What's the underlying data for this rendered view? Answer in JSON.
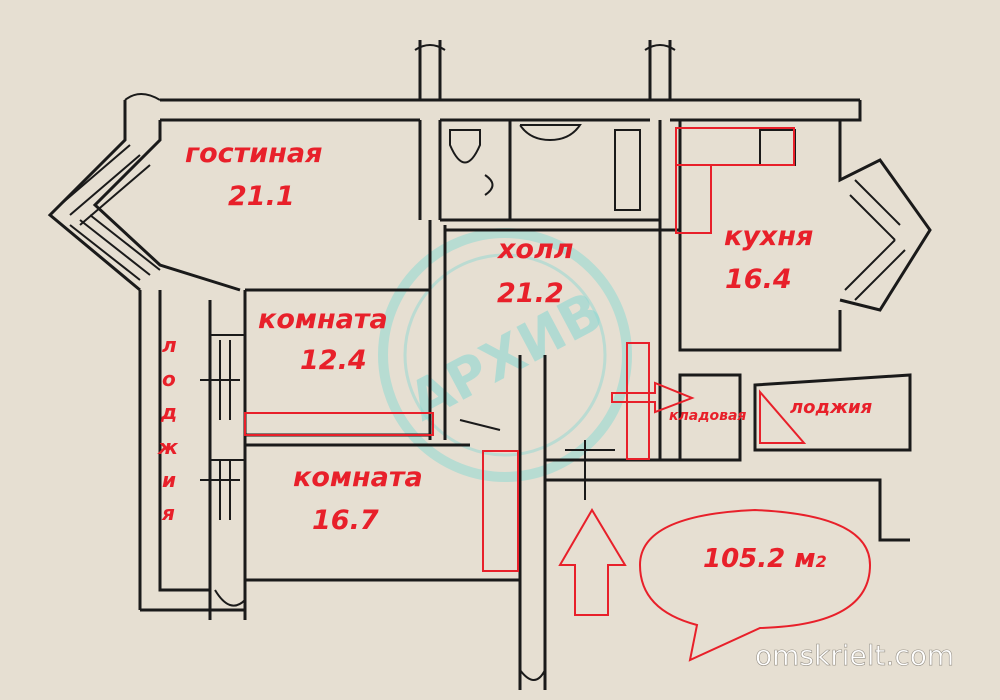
{
  "rooms": {
    "living": {
      "name": "гостиная",
      "area": "21.1"
    },
    "hall": {
      "name": "холл",
      "area": "21.2"
    },
    "kitchen": {
      "name": "кухня",
      "area": "16.4"
    },
    "room1": {
      "name": "комната",
      "area": "12.4"
    },
    "room2": {
      "name": "комната",
      "area": "16.7"
    },
    "loggia_left": {
      "letters": [
        "л",
        "о",
        "д",
        "ж",
        "и",
        "я"
      ]
    },
    "pantry": {
      "name": "кладовая"
    },
    "loggia_right": {
      "name": "лоджия"
    }
  },
  "total_area": {
    "value": "105.2",
    "unit": "м",
    "sup": "2"
  },
  "stamp": {
    "text": "АРХИВ"
  },
  "watermark": "omskrielt.com",
  "colors": {
    "annotation": "#e8202a",
    "stamp": "#8fd8d2",
    "paper": "#e6dfd2"
  }
}
